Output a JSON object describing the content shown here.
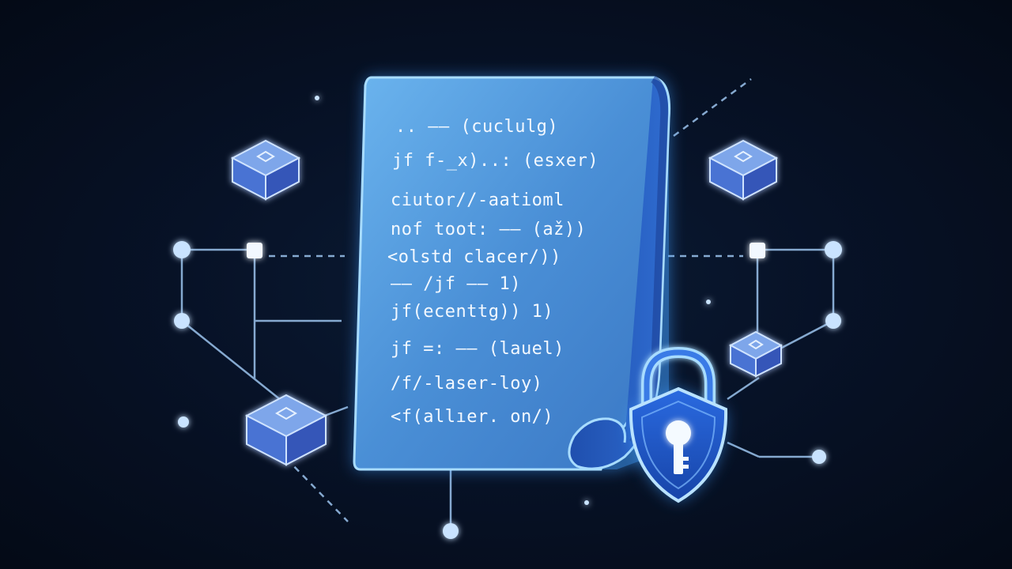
{
  "colors": {
    "background": "#050d1c",
    "scroll_fill": "#4d92d6",
    "scroll_edge": "#8fd0ff",
    "glow": "#3f9dff",
    "node": "#c9e3ff",
    "line": "#9cc4ee",
    "cube_top": "#7ea6ea",
    "cube_side": "#3d63c4",
    "lock": "#1f57c9"
  },
  "document": {
    "code_lines": [
      ".. —— (cuclulg)",
      "jf f-_x)..: (esxer)",
      "ciutor//-aatioml",
      "nof toot: —— (až))",
      "<olstd clacer/))",
      "—— /jf —— 1)",
      "jf(ecenttg)) 1)",
      "jf =: —— (lauel)",
      "/f/-laser-loy)",
      "<f(allıer. on/)"
    ]
  },
  "icons": {
    "lock": "padlock-shield-icon",
    "cube": "data-cube-icon",
    "node": "network-node-icon"
  }
}
